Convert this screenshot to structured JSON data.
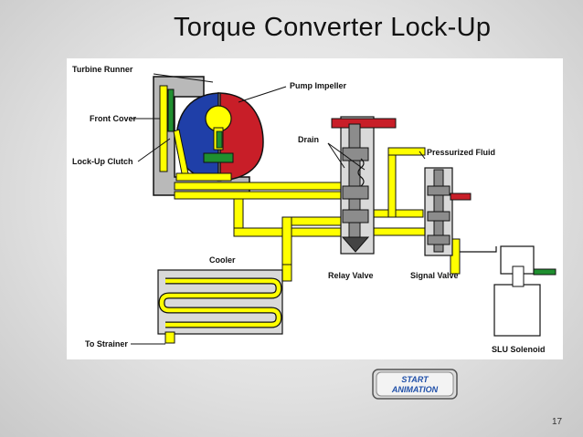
{
  "slide": {
    "title": "Torque Converter Lock-Up",
    "page_number": "17",
    "ghost_page_number": "17"
  },
  "diagram": {
    "labels": {
      "turbine_runner": "Turbine Runner",
      "pump_impeller": "Pump Impeller",
      "front_cover": "Front Cover",
      "lock_up_clutch": "Lock-Up Clutch",
      "drain": "Drain",
      "pressurized_fluid": "Pressurized Fluid",
      "cooler": "Cooler",
      "relay_valve": "Relay Valve",
      "signal_valve": "Signal Valve",
      "to_strainer": "To Strainer",
      "slu_solenoid": "SLU Solenoid"
    },
    "colors": {
      "fluid": "#ffff00",
      "pump": "#c81e28",
      "turbine": "#1f3fa8",
      "valve_gray": "#8c8c8c",
      "clutch_green": "#1f8f2f",
      "outline": "#111111",
      "panel_bg": "#ffffff"
    }
  },
  "start_button": {
    "line1": "START",
    "line2": "ANIMATION"
  }
}
